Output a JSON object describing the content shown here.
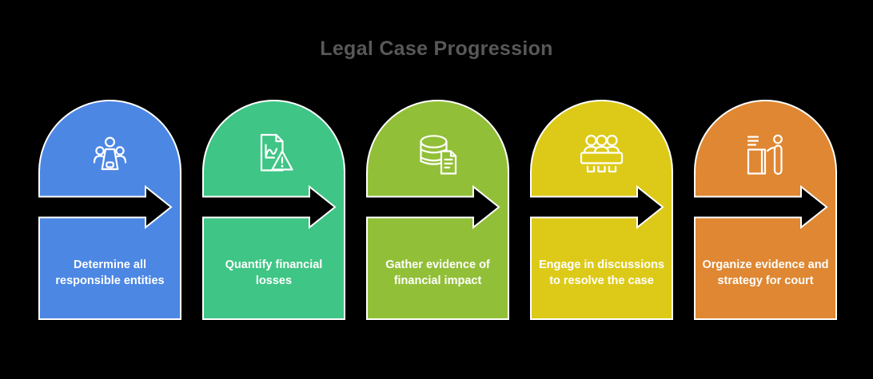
{
  "title": "Legal Case Progression",
  "background_color": "#000000",
  "title_color": "#58585A",
  "stroke_color": "#FFFFFF",
  "arrow_fill": "#000000",
  "label_color": "#FFFFFF",
  "steps": [
    {
      "label": "Determine all responsible entities",
      "color": "#4C87E4",
      "icon": "team-meeting-icon"
    },
    {
      "label": "Quantify financial losses",
      "color": "#3FC585",
      "icon": "document-warning-icon"
    },
    {
      "label": "Gather evidence of financial impact",
      "color": "#92BF38",
      "icon": "database-document-icon"
    },
    {
      "label": "Engage in discussions to resolve the case",
      "color": "#DDCA18",
      "icon": "conference-table-icon"
    },
    {
      "label": "Organize evidence and strategy for court",
      "color": "#DF8732",
      "icon": "podium-person-icon"
    }
  ]
}
